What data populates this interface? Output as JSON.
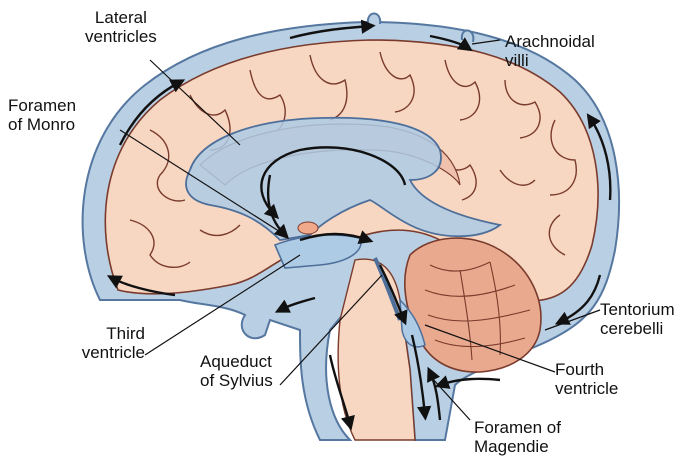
{
  "labels": {
    "lateral_ventricles": [
      "Lateral",
      "ventricles"
    ],
    "arachnoidal_villi": [
      "Arachnoidal",
      "villi"
    ],
    "foramen_monro": [
      "Foramen",
      "of Monro"
    ],
    "tentorium_cerebelli": [
      "Tentorium",
      "cerebelli"
    ],
    "third_ventricle": [
      "Third",
      "ventricle"
    ],
    "aqueduct_sylvius": [
      "Aqueduct",
      "of Sylvius"
    ],
    "fourth_ventricle": [
      "Fourth",
      "ventricle"
    ],
    "foramen_magendie": [
      "Foramen of",
      "Magendie"
    ]
  },
  "colors": {
    "csf": "#b9cfe3",
    "csf_outline": "#5577a0",
    "brain": "#f7d6c2",
    "gyri_lines": "#7a3b2c",
    "cerebellum": "#e8a98e",
    "flow_arrows": "#111111"
  }
}
